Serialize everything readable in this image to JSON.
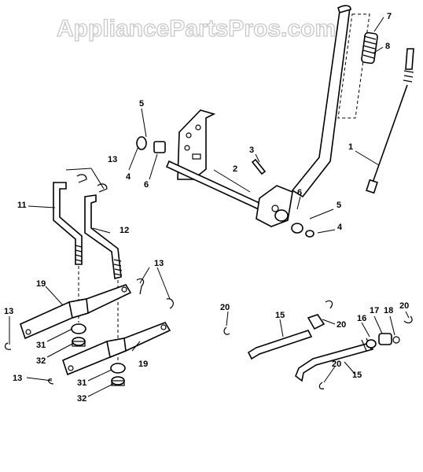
{
  "watermark": "AppliancePartsPros.com",
  "callouts": [
    "1",
    "2",
    "3",
    "4",
    "5",
    "6",
    "7",
    "8",
    "11",
    "12",
    "13",
    "15",
    "16",
    "17",
    "18",
    "19",
    "20",
    "31",
    "32"
  ]
}
